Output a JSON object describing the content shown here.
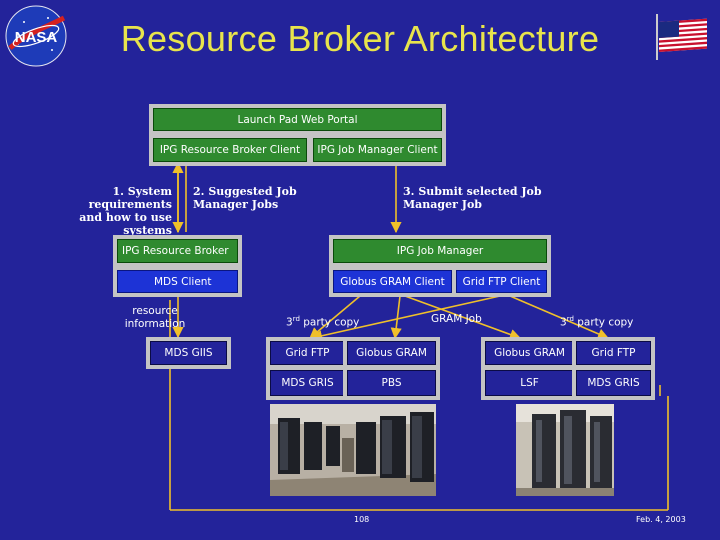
{
  "title": "Resource Broker Architecture",
  "logo": {
    "text": "NASA"
  },
  "boxes": {
    "portal": "Launch Pad Web Portal",
    "broker_client": "IPG Resource Broker Client",
    "jobmgr_client": "IPG Job Manager Client",
    "resource_broker": "IPG Resource Broker",
    "job_manager": "IPG Job Manager",
    "mds_client": "MDS Client",
    "gram_client": "Globus GRAM Client",
    "gridftp_client": "Grid FTP Client",
    "mds_giis": "MDS GIIS",
    "site1_gridftp": "Grid FTP",
    "site1_gram": "Globus GRAM",
    "site1_mdsgris": "MDS GRIS",
    "site1_pbs": "PBS",
    "site2_gram": "Globus GRAM",
    "site2_gridftp": "Grid FTP",
    "site2_lsf": "LSF",
    "site2_mdsgris": "MDS GRIS"
  },
  "steps": {
    "step1": [
      "1. System requirements",
      "and how to use systems"
    ],
    "step2": [
      "2. Suggested Job",
      "Manager Jobs"
    ],
    "step3": [
      "3. Submit selected Job",
      "Manager Job"
    ]
  },
  "labels": {
    "resource_info": [
      "resource",
      "information"
    ],
    "third_party_left_prefix": "3",
    "third_party_left_sup": "rd",
    "third_party_left_suffix": " party copy",
    "gram_job": "GRAM Job",
    "third_party_right_prefix": "3",
    "third_party_right_sup": "rd",
    "third_party_right_suffix": " party copy"
  },
  "footer": {
    "page": "108",
    "date": "Feb. 4, 2003"
  },
  "colors": {
    "background": "#23239a",
    "title": "#e8e44c",
    "green_box": "#2f8a2f",
    "blue_box": "#1d33d6",
    "arrow": "#f0c02a"
  }
}
